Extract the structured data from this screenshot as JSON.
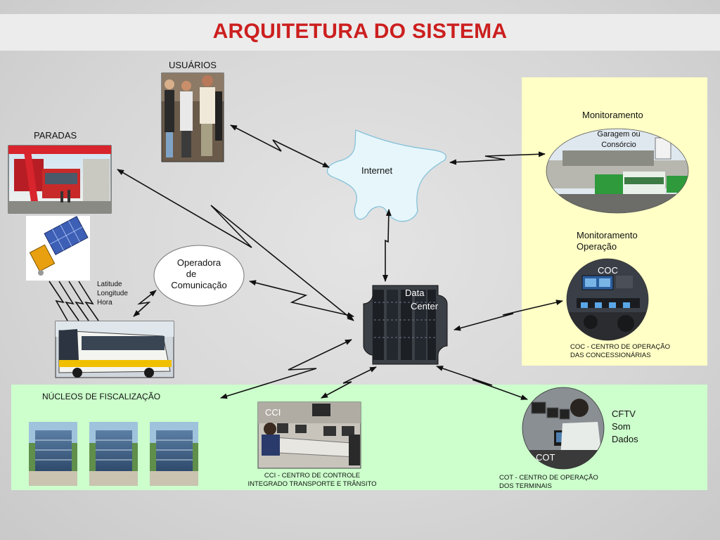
{
  "title": "ARQUITETURA DO SISTEMA",
  "labels": {
    "usuarios": "USUÁRIOS",
    "paradas": "PARADAS",
    "internet": "Internet",
    "operadora_l1": "Operadora",
    "operadora_l2": "de",
    "operadora_l3": "Comunicação",
    "gps_l1": "Latitude",
    "gps_l2": "Longitude",
    "gps_l3": "Hora",
    "datacenter_l1": "Data",
    "datacenter_l2": "Center",
    "monitoramento": "Monitoramento",
    "garagem_l1": "Garagem ou",
    "garagem_l2": "Consórcio",
    "mon_op_l1": "Monitoramento",
    "mon_op_l2": "Operação",
    "coc": "COC",
    "coc_desc_l1": "COC - CENTRO DE OPERAÇÃO",
    "coc_desc_l2": "DAS CONCESSIONÁRIAS",
    "nucleos": "NÚCLEOS DE FISCALIZAÇÃO",
    "cci": "CCI",
    "cci_desc_l1": "CCI - CENTRO DE CONTROLE",
    "cci_desc_l2": "INTEGRADO TRANSPORTE  E TRÂNSITO",
    "cot": "COT",
    "cot_desc_l1": "COT - CENTRO DE OPERAÇÃO",
    "cot_desc_l2": "DOS TERMINAIS",
    "cftv_l1": "CFTV",
    "cftv_l2": "Som",
    "cftv_l3": "Dados"
  },
  "colors": {
    "title": "#cc1f1f",
    "yellow_panel": "#ffffc6",
    "green_panel": "#ccffcc",
    "cloud": "#e6f6fb"
  }
}
